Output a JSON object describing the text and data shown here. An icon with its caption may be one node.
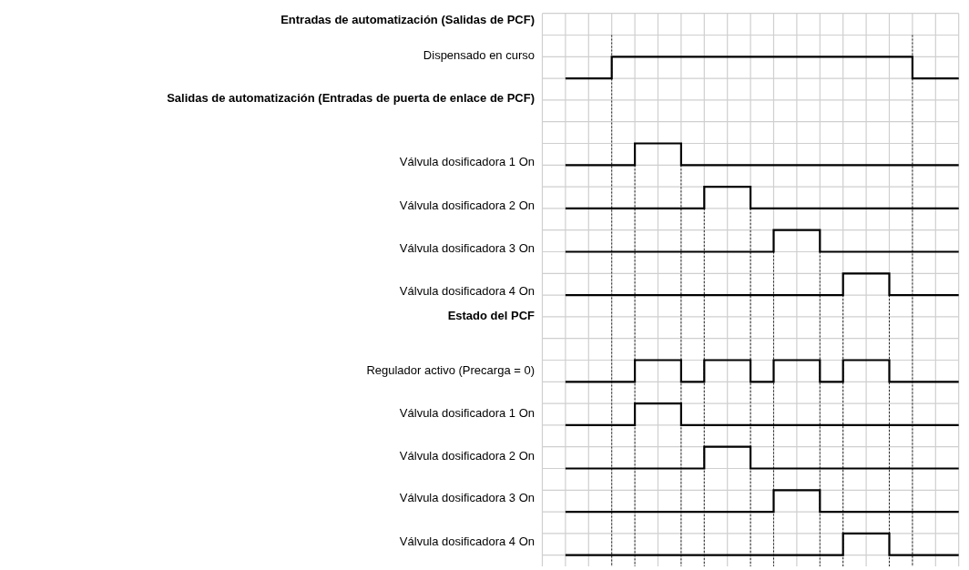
{
  "diagram": {
    "labels": [
      "Entradas de automatización (Salidas de PCF)",
      "Dispensado en curso",
      "Salidas de automatización (Entradas de puerta de enlace de PCF)",
      "Válvula dosificadora 1 On",
      "Válvula dosificadora 2 On",
      "Válvula dosificadora 3 On",
      "Válvula dosificadora 4 On",
      "Estado del PCF",
      "Regulador activo (Precarga = 0)",
      "Válvula dosificadora 1 On",
      "Válvula dosificadora 2 On",
      "Válvula dosificadora 3 On",
      "Válvula dosificadora 4 On"
    ]
  }
}
